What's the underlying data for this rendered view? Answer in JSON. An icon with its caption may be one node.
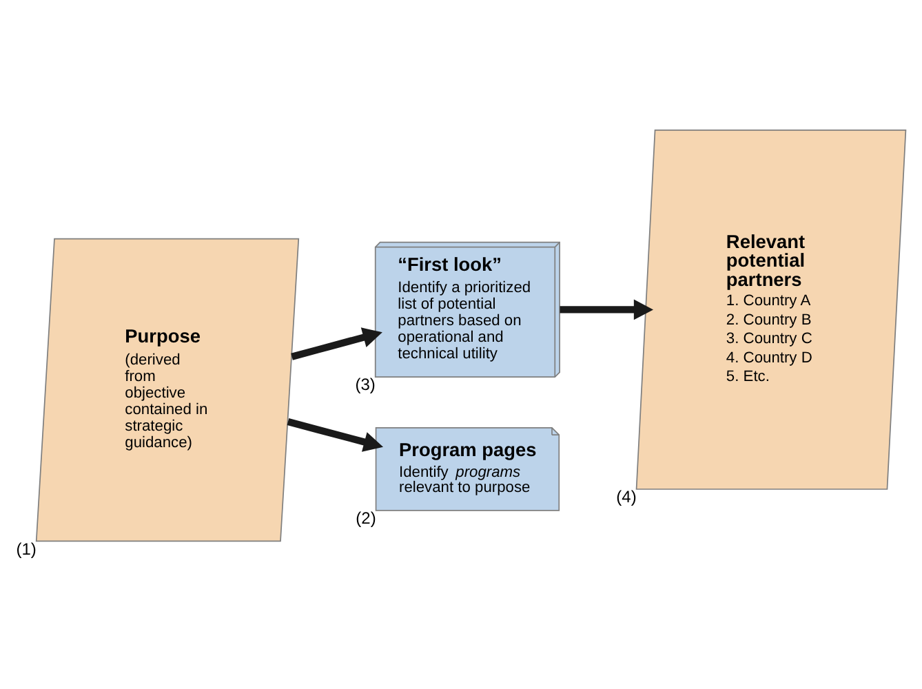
{
  "diagram": {
    "nodes": [
      {
        "text": [
          "Purpose",
          "(derived from objective contained in strategic guidance)"
        ],
        "beside": [
          "(1)"
        ]
      },
      {
        "text": [
          "“First look”",
          "Identify a prioritized list of potential partners based on operational and technical utility"
        ],
        "beside": [
          "(3)"
        ]
      },
      {
        "text": [
          "Relevant potential partners",
          "1. Country A",
          "2. Country B",
          "3. Country C",
          "4. Country D",
          "5. Etc."
        ],
        "beside": [
          "(4)"
        ]
      },
      {
        "text": [
          "Program pages",
          "Identify *programs* relevant to purpose"
        ],
        "beside": [
          "(2)"
        ]
      }
    ],
    "edges": [
      {
        "from": 0,
        "to": 1,
        "arrow": "to"
      },
      {
        "from": 1,
        "to": 2,
        "arrow": "to"
      },
      {
        "from": 0,
        "to": 3,
        "arrow": "to"
      }
    ]
  }
}
